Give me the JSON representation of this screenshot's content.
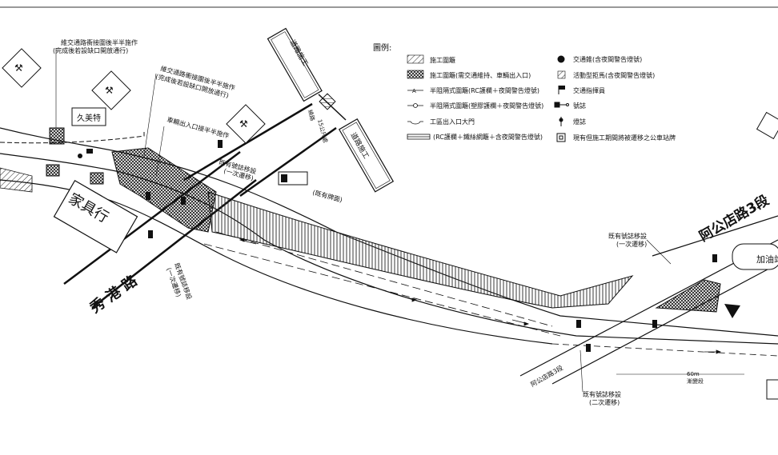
{
  "legend": {
    "title": "圖例:",
    "items": [
      "施工圍籬",
      "施工圍籬(需交通維持、車輛出入口)",
      "半阻隔式圍籬(RC護欄＋夜間警告燈號)",
      "半阻隔式圍籬(塑膠護欄＋夜間警告燈號)",
      "工區出入口大門",
      "(RC護欄＋鐵絲網籬＋含夜間警告燈號)",
      "交通錐(含夜間警告燈號)",
      "活動型拒馬(含夜間警告燈號)",
      "交通指揮員",
      "號誌",
      "燈誌",
      "現有但施工期間將被遷移之公車站牌"
    ]
  },
  "notes": {
    "maintain_1": "維交通路衝接圍後半半施作",
    "maintain_1_sub": "(完成後若設缺口開放通行)",
    "maintain_2": "維交通路衝接圍後半半施作",
    "maintain_2_sub": "(完成後若設缺口開放通行)",
    "vehicle_entrance": "車輛出入口接半半施作",
    "signal_relocate_top": "既有號誌移設",
    "signal_relocate_top_sub": "(一次遷移)",
    "existing_bus_stop": "(既有牌面)",
    "signal_relocate_left": "既有號誌移設",
    "signal_relocate_left_sub": "(一次遷移)",
    "signal_relocate_right": "既有號誌移設",
    "signal_relocate_right_sub": "(一次遷移)",
    "signal_relocate_bottom": "既有號誌移設",
    "signal_relocate_bottom_sub": "(二次遷移)",
    "distance": "60m",
    "distance_sub": "漸變段",
    "sign_detour": "繞路",
    "sign_detour_sub": "15公尺處"
  },
  "labels": {
    "road_xiugang": "秀 港 路",
    "road_agongdian": "阿公店路3段",
    "road_agongdian_small": "阿公店路3段",
    "furniture_store": "家具行",
    "jiumei_store": "久美特",
    "gas_station": "加油站",
    "road_sign_1": "道路施工",
    "road_sign_2": "道路施工"
  }
}
